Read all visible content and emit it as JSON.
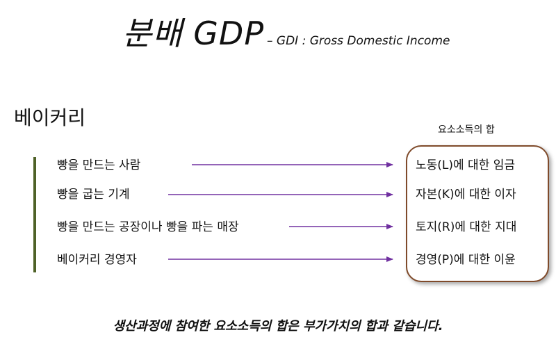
{
  "title": {
    "main": "분배 GDP",
    "sub": "– GDI : Gross Domestic Income"
  },
  "section_heading": "베이커리",
  "box_caption": "요소소득의 합",
  "rows": [
    {
      "source": "빵을 만드는 사람",
      "income": "노동(L)에 대한 임금"
    },
    {
      "source": "빵을 굽는 기계",
      "income": "자본(K)에 대한 이자"
    },
    {
      "source": "빵을 만드는 공장이나 빵을 파는 매장",
      "income": "토지(R)에 대한 지대"
    },
    {
      "source": "베이커리 경영자",
      "income": "경영(P)에 대한 이윤"
    }
  ],
  "footer_note": "생산과정에 참여한 요소소득의 합은 부가가치의 합과 같습니다.",
  "colors": {
    "arrow": "#7030a0",
    "sidebar_bar": "#4f6228",
    "box_border": "#7f4a2a"
  }
}
